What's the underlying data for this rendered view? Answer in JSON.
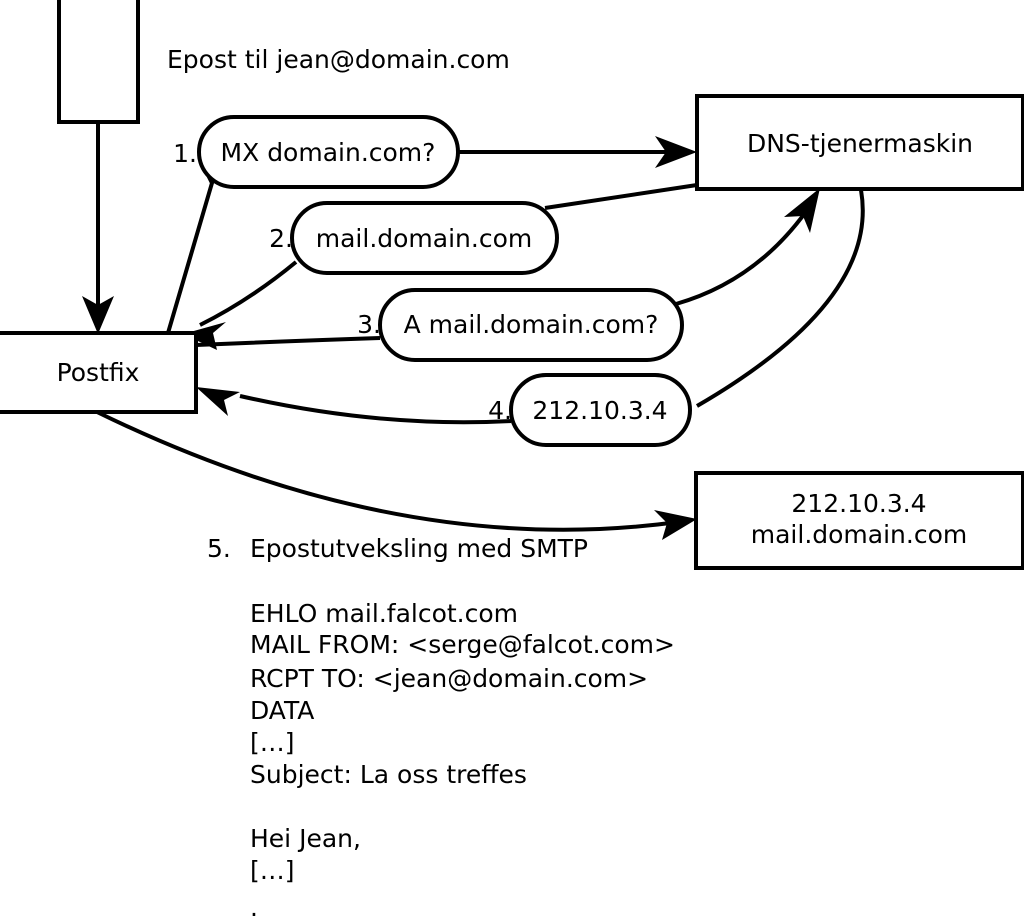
{
  "diagram": {
    "title_text": "Epost til jean@domain.com",
    "nodes": {
      "client": {
        "label": ""
      },
      "postfix": {
        "label": "Postfix"
      },
      "dns": {
        "label": "DNS-tjenermaskin"
      },
      "mailserver": {
        "line1": "212.10.3.4",
        "line2": "mail.domain.com"
      }
    },
    "steps": [
      {
        "number": "1.",
        "label": "MX domain.com?"
      },
      {
        "number": "2.",
        "label": "mail.domain.com"
      },
      {
        "number": "3.",
        "label": "A mail.domain.com?"
      },
      {
        "number": "4.",
        "label": "212.10.3.4"
      }
    ],
    "step5": {
      "number": "5.",
      "label": "Epostutveksling med SMTP"
    },
    "smtp_transcript": [
      "EHLO mail.falcot.com",
      "MAIL FROM: <serge@falcot.com>",
      "RCPT TO: <jean@domain.com>",
      "DATA",
      "[…]",
      "Subject: La oss treffes",
      "",
      "Hei Jean,",
      "[…]",
      "."
    ],
    "colors": {
      "stroke": "#000000",
      "fill": "#ffffff",
      "text": "#000000"
    }
  }
}
